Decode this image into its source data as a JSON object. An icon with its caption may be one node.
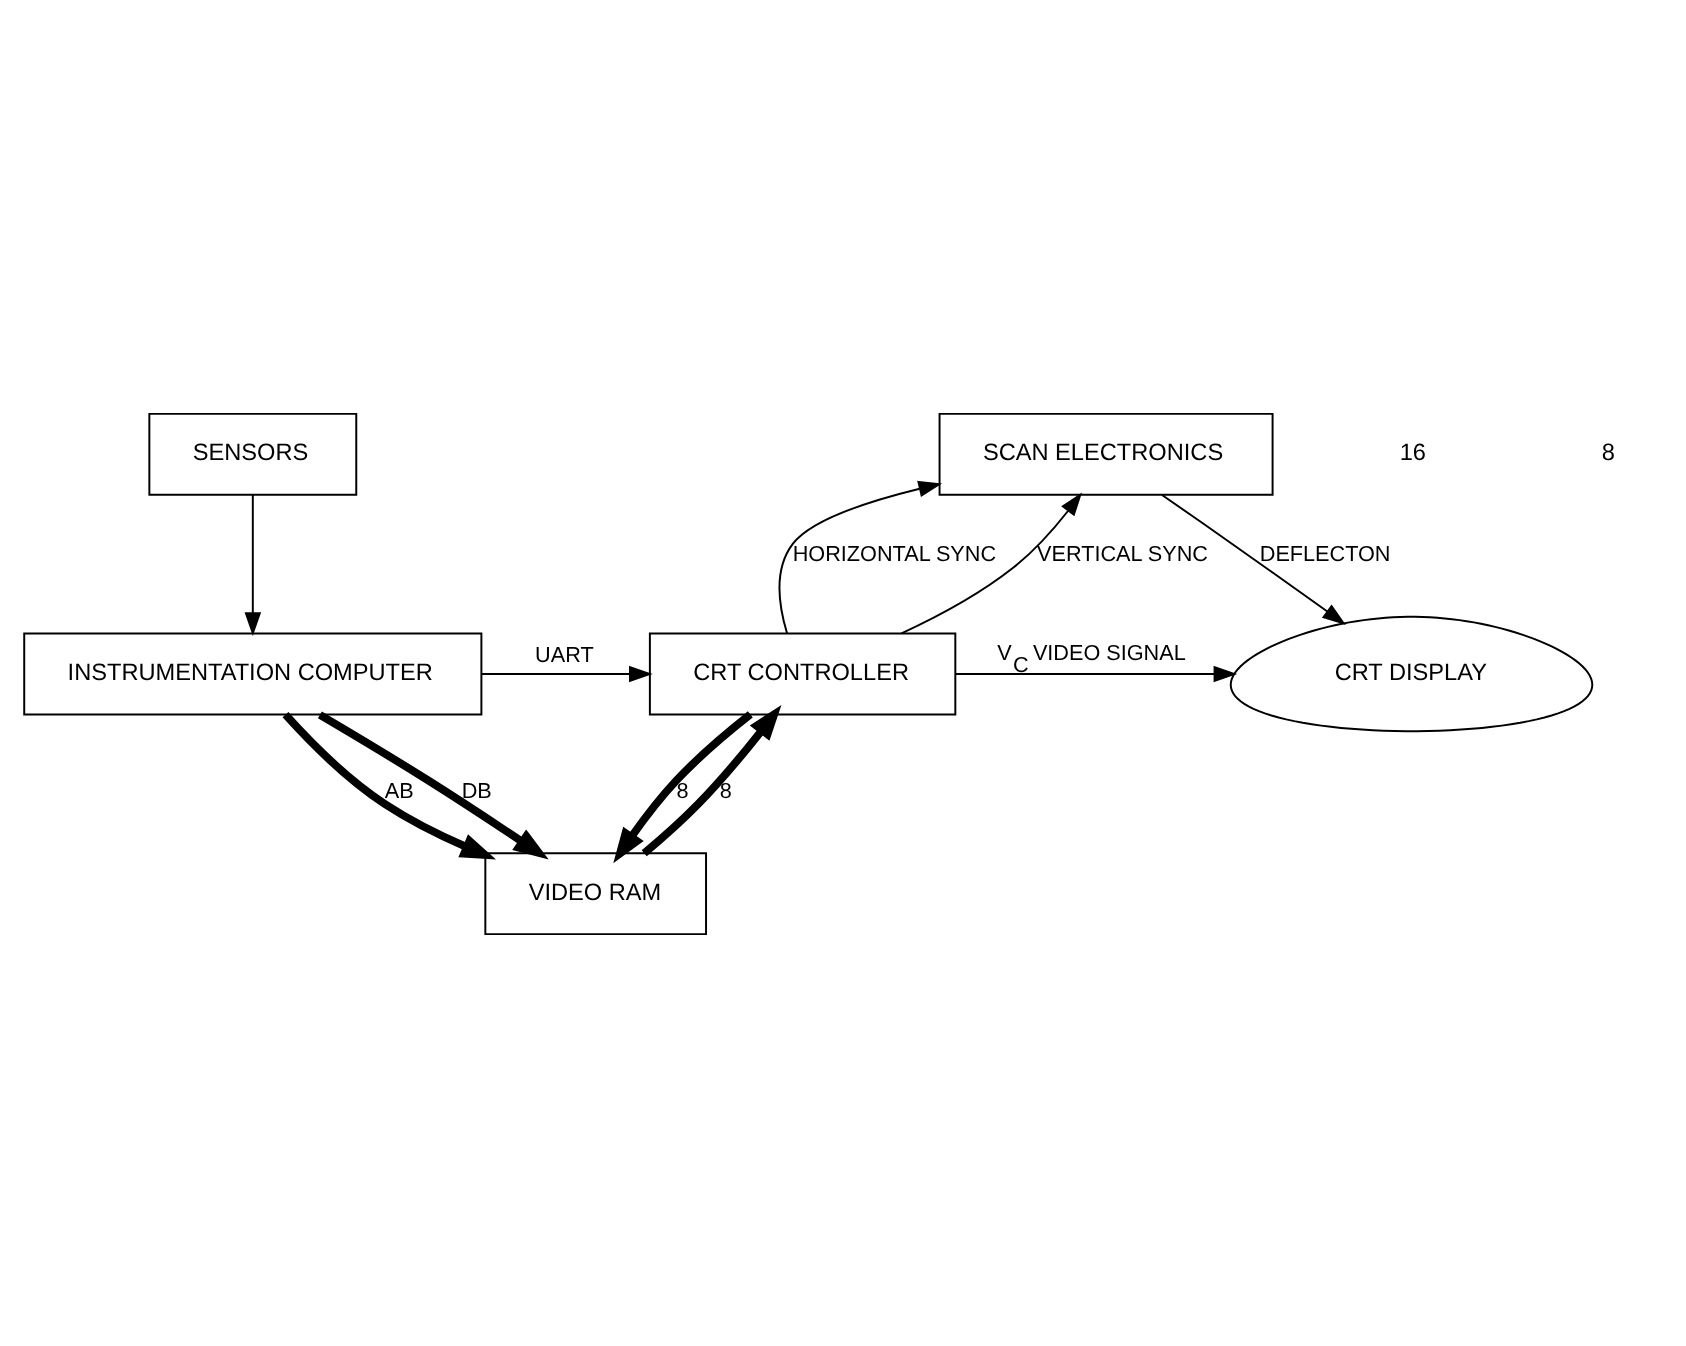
{
  "diagram": {
    "nodes": [
      {
        "text": [
          "SENSORS"
        ]
      },
      {
        "text": [
          "INSTRUMENTATION COMPUTER"
        ]
      },
      {
        "text": [
          "SCAN ELECTRONICS"
        ]
      },
      {
        "text": [
          "CRT CONTROLLER"
        ]
      },
      {
        "text": [
          "VIDEO RAM"
        ]
      },
      {
        "text": [
          "CRT DISPLAY"
        ]
      }
    ],
    "edges": [
      {
        "from": 0,
        "to": 1,
        "arrow": "to"
      },
      {
        "from": 1,
        "to": 3,
        "arrow": "to",
        "label": "UART"
      },
      {
        "from": 3,
        "to": 2,
        "arrow": "to",
        "label": "HORIZONTAL SYNC"
      },
      {
        "from": 3,
        "to": 2,
        "arrow": "to",
        "label": "VERTICAL SYNC"
      },
      {
        "from": 2,
        "to": 5,
        "arrow": "to",
        "label": "DEFLECTON"
      },
      {
        "from": 3,
        "to": 5,
        "arrow": "to",
        "label": "V$_{C}$ VIDEO SIGNAL"
      },
      {
        "from": 4,
        "to": 3,
        "arrow": "to",
        "label": "8",
        "style": "thick"
      },
      {
        "from": 3,
        "to": 4,
        "arrow": "to",
        "label": "8",
        "style": "thick"
      },
      {
        "from": 1,
        "to": 4,
        "arrow": "to",
        "label": "AB",
        "style": "thick"
      },
      {
        "from": 1,
        "to": 4,
        "arrow": "to",
        "label": "DB",
        "style": "thick"
      }
    ],
    "labels": [
      "16",
      "8"
    ]
  }
}
